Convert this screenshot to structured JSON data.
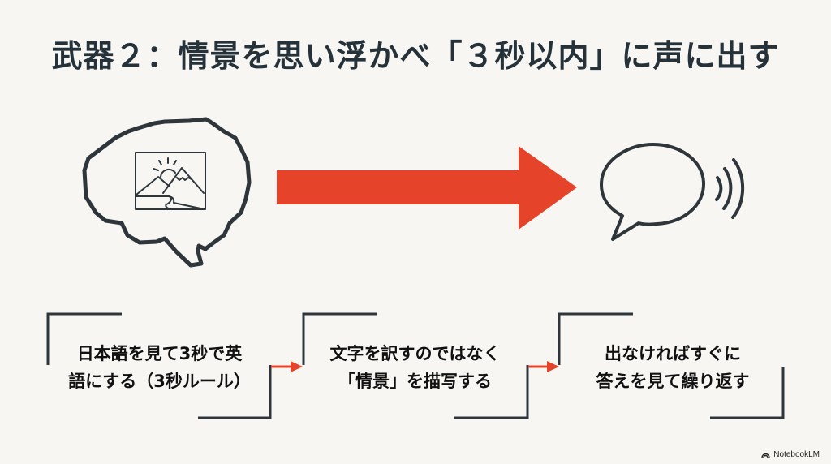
{
  "title": "武器２：情景を思い浮かべ「３秒以内」に声に出す",
  "colors": {
    "background": "#f7f6f2",
    "ink": "#2e363b",
    "accent": "#e5442b"
  },
  "hero": {
    "left_icon": "brain-with-landscape-picture-icon",
    "center_icon": "large-right-arrow-icon",
    "right_icon": "speech-bubble-with-sound-waves-icon"
  },
  "steps": [
    {
      "line1": "日本語を見て3秒で英",
      "line2": "語にする（3秒ルール）"
    },
    {
      "line1": "文字を訳すのではなく",
      "line2": "「情景」を描写する"
    },
    {
      "line1": "出なければすぐに",
      "line2": "答えを見て繰り返す"
    }
  ],
  "brand": {
    "icon": "notebooklm-logo-icon",
    "label": "NotebookLM"
  }
}
